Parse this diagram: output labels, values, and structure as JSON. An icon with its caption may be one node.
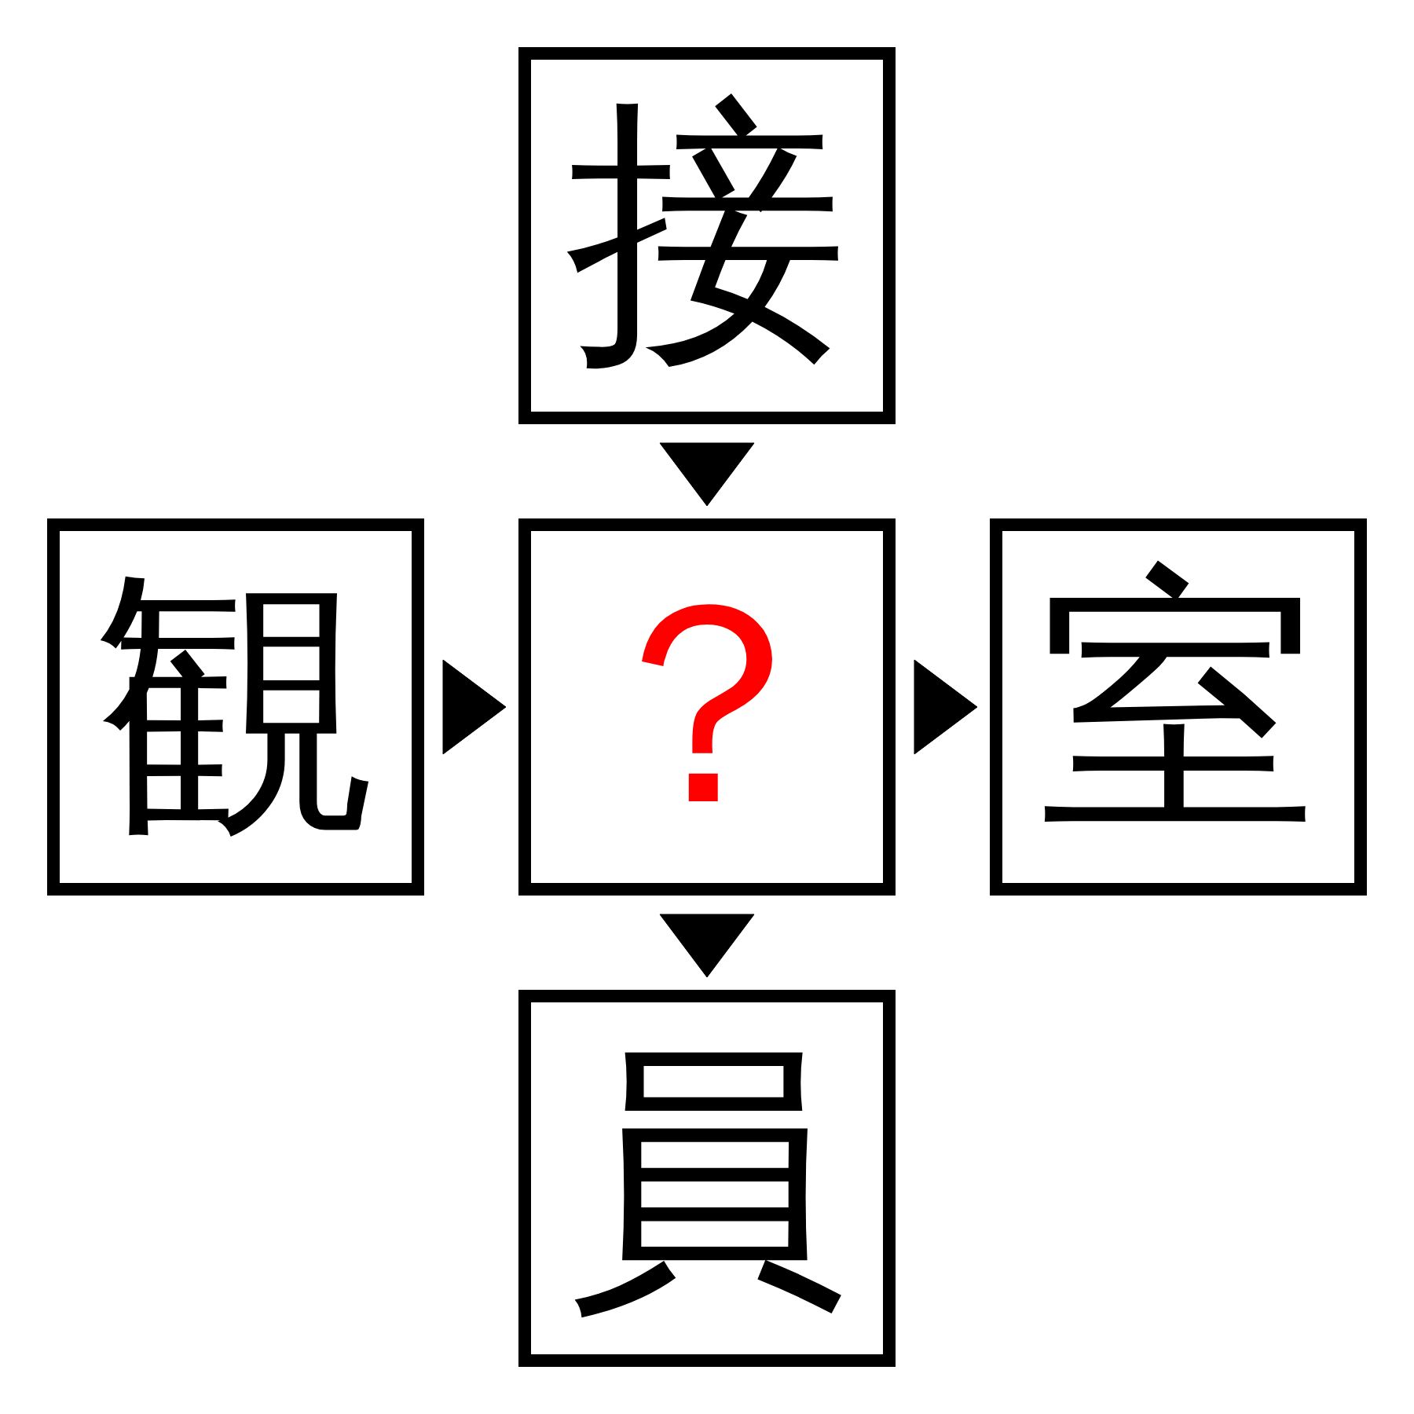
{
  "diagram": {
    "nodes": [
      {
        "text": [
          "接"
        ]
      },
      {
        "text": [
          "観"
        ]
      },
      {
        "text": [
          "？"
        ]
      },
      {
        "text": [
          "室"
        ]
      },
      {
        "text": [
          "員"
        ]
      }
    ],
    "edges": [
      {
        "from": 0,
        "to": 2,
        "arrow": "to"
      },
      {
        "from": 1,
        "to": 2,
        "arrow": "to"
      },
      {
        "from": 2,
        "to": 3,
        "arrow": "to"
      },
      {
        "from": 2,
        "to": 4,
        "arrow": "to"
      }
    ]
  }
}
